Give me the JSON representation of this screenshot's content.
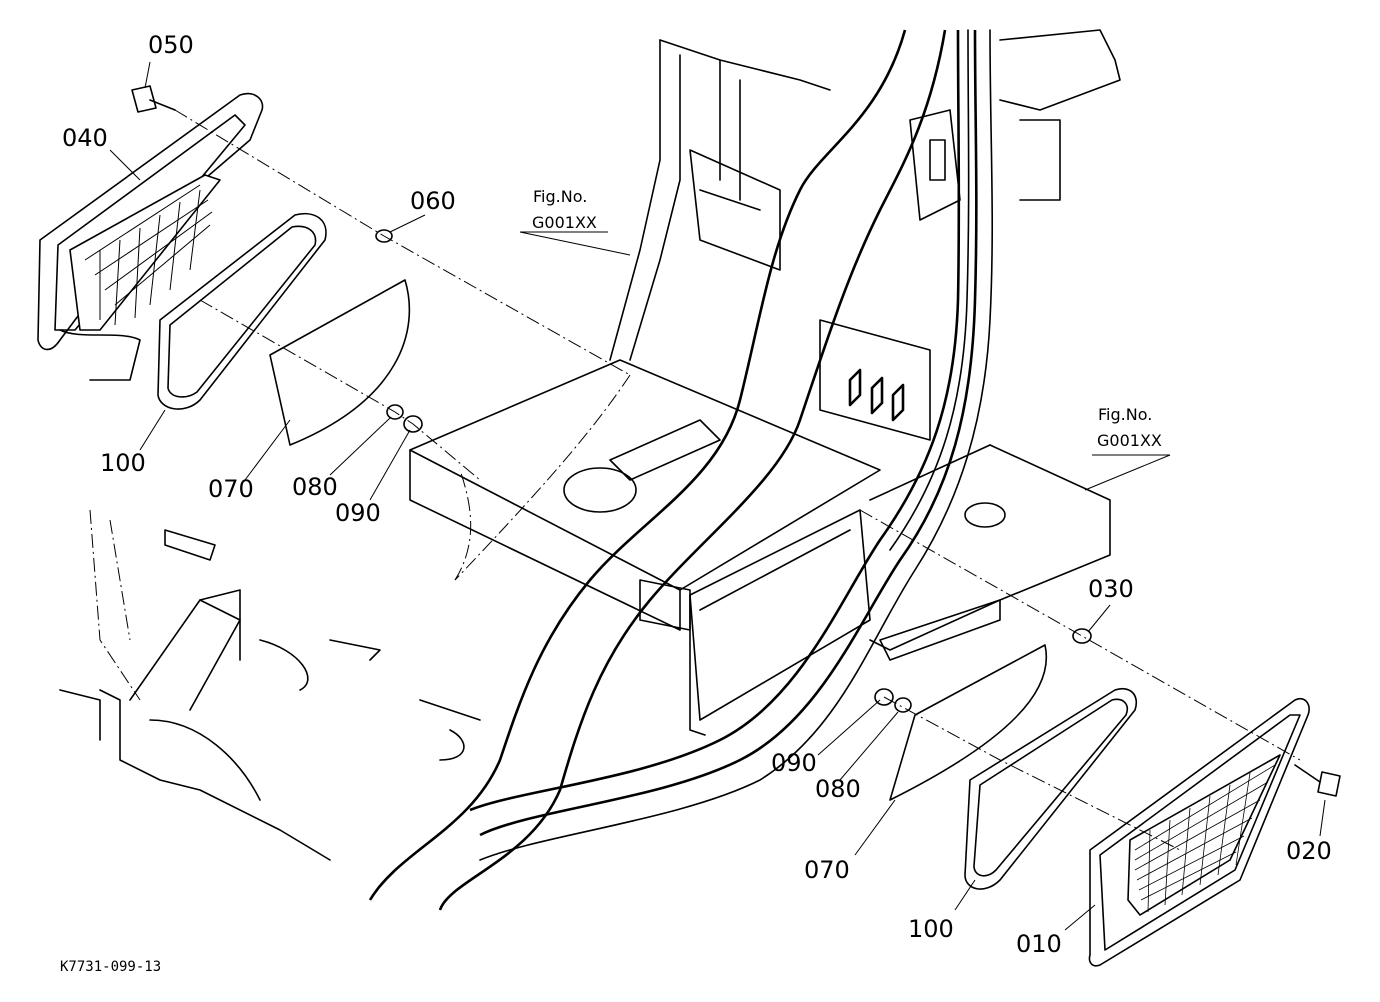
{
  "parts": [
    {
      "id": "p050",
      "label": "050"
    },
    {
      "id": "p040",
      "label": "040"
    },
    {
      "id": "p060",
      "label": "060"
    },
    {
      "id": "p100a",
      "label": "100"
    },
    {
      "id": "p070a",
      "label": "070"
    },
    {
      "id": "p080a",
      "label": "080"
    },
    {
      "id": "p090a",
      "label": "090"
    },
    {
      "id": "p030",
      "label": "030"
    },
    {
      "id": "p090b",
      "label": "090"
    },
    {
      "id": "p080b",
      "label": "080"
    },
    {
      "id": "p070b",
      "label": "070"
    },
    {
      "id": "p100b",
      "label": "100"
    },
    {
      "id": "p010",
      "label": "010"
    },
    {
      "id": "p020",
      "label": "020"
    }
  ],
  "references": [
    {
      "title": "Fig.No.",
      "code": "G001XX"
    },
    {
      "title": "Fig.No.",
      "code": "G001XX"
    }
  ],
  "drawing_code": "K7731-099-13"
}
